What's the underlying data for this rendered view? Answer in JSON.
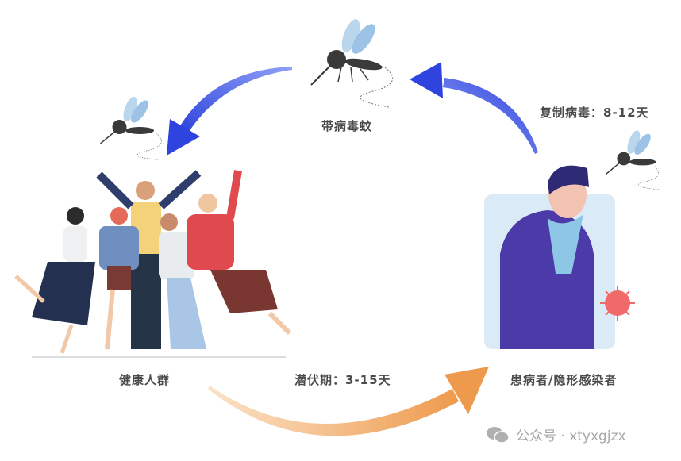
{
  "labels": {
    "mosquito": "带病毒蚊",
    "replicate": "复制病毒：8-12天",
    "healthy": "健康人群",
    "incubation": "潜伏期：3-15天",
    "patient": "患病者/隐形感染者"
  },
  "watermark": {
    "icon": "wechat-icon",
    "text": "公众号 · xtyxgjzx"
  },
  "colors": {
    "blue_arrow": "#3a4fe0",
    "orange_arrow": "#f0a35a",
    "patient_coat": "#4b3aa8",
    "virus": "#f06a6a"
  }
}
